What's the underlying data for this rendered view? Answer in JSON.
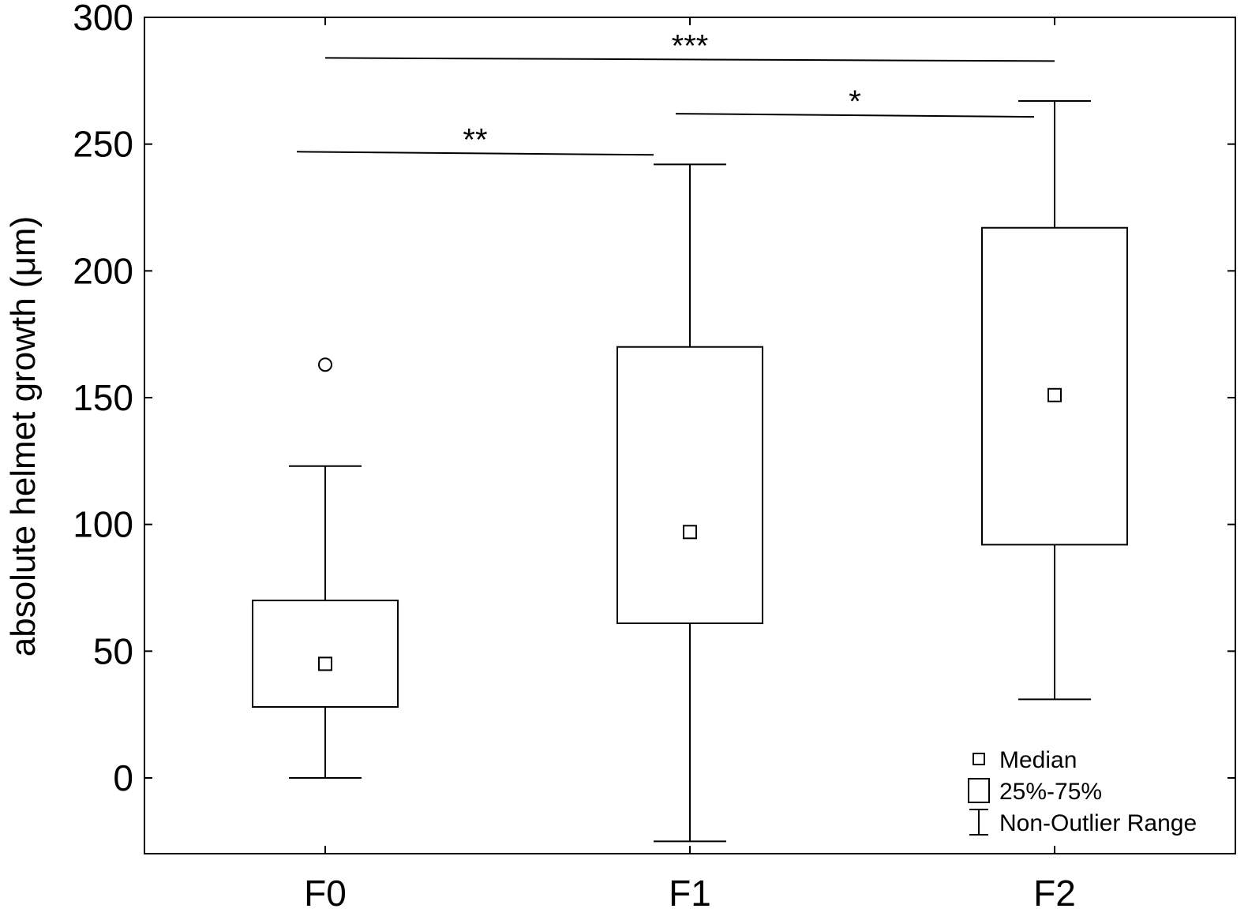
{
  "chart_data": {
    "type": "box",
    "ylabel": "absolute helmet growth (μm)",
    "xlabel": "",
    "categories": [
      "F0",
      "F1",
      "F2"
    ],
    "ylim": [
      -30,
      300
    ],
    "yticks": [
      0,
      50,
      100,
      150,
      200,
      250,
      300
    ],
    "grid": false,
    "boxes": [
      {
        "category": "F0",
        "whisker_low": 0,
        "q1": 28,
        "median": 45,
        "q3": 70,
        "whisker_high": 123,
        "outliers": [
          163
        ]
      },
      {
        "category": "F1",
        "whisker_low": -25,
        "q1": 61,
        "median": 97,
        "q3": 170,
        "whisker_high": 242,
        "outliers": []
      },
      {
        "category": "F2",
        "whisker_low": 31,
        "q1": 92,
        "median": 151,
        "q3": 217,
        "whisker_high": 267,
        "outliers": []
      }
    ],
    "significance": [
      {
        "from": "F0",
        "to": "F1",
        "y": 247,
        "label": "**"
      },
      {
        "from": "F1",
        "to": "F2",
        "y": 262,
        "label": "*"
      },
      {
        "from": "F0",
        "to": "F2",
        "y": 284,
        "label": "***"
      }
    ],
    "legend": {
      "position": "bottom-right",
      "entries": [
        {
          "symbol": "median-marker",
          "label": "Median"
        },
        {
          "symbol": "box",
          "label": "25%-75%"
        },
        {
          "symbol": "whisker",
          "label": "Non-Outlier Range"
        }
      ]
    }
  }
}
